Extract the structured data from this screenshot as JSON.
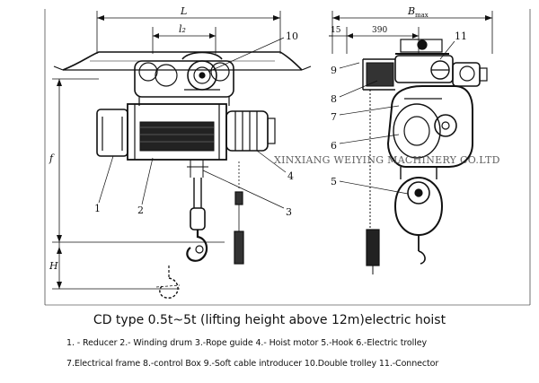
{
  "drawing": {
    "dimensions": {
      "L": "L",
      "l2": "l₂",
      "Bmax": "B",
      "Bmax_sub": "max",
      "d15": "15",
      "d390": "390",
      "f": "f",
      "H": "H"
    },
    "callouts": [
      "1",
      "2",
      "3",
      "4",
      "5",
      "6",
      "7",
      "8",
      "9",
      "10",
      "11"
    ],
    "watermark": "XINXIANG WEIYING MACHINERY CO.LTD"
  },
  "caption": {
    "title": "CD type 0.5t~5t (lifting height above 12m)electric hoist",
    "legend_line1": "1. - Reducer  2.- Winding drum  3.-Rope guide  4.- Hoist motor  5.-Hook  6.-Electric trolley",
    "legend_line2": "7.Electrical frame  8.-control Box  9.-Soft cable introducer  10.Double trolley  11.-Connector"
  }
}
